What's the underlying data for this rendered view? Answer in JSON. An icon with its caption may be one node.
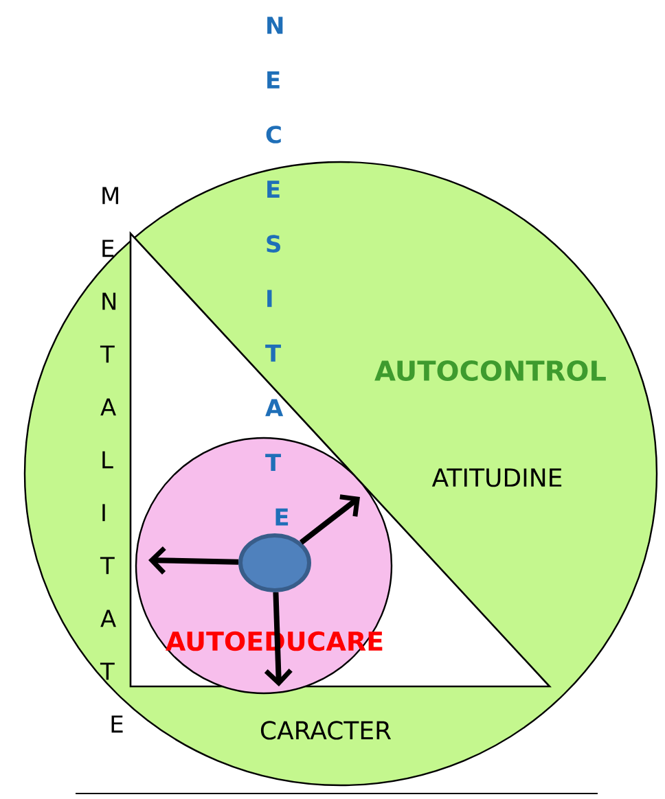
{
  "diagram": {
    "nodes": [
      {
        "text": [
          "AUTOCONTROL"
        ]
      },
      {
        "text": [],
        "shape": "triangle",
        "in": 0
      },
      {
        "text": [
          "AUTOEDUCARE"
        ],
        "in": 1
      },
      {
        "text": [],
        "shape": "ellipse",
        "in": 2
      }
    ],
    "edges": [
      {
        "from": 3,
        "to": null,
        "arrow": "to"
      },
      {
        "from": 3,
        "to": null,
        "arrow": "to"
      },
      {
        "from": 3,
        "to": null,
        "arrow": "to"
      }
    ],
    "labels": [
      "NECESITATE",
      "MENTALITATE",
      "ATITUDINE",
      "CARACTER"
    ]
  }
}
